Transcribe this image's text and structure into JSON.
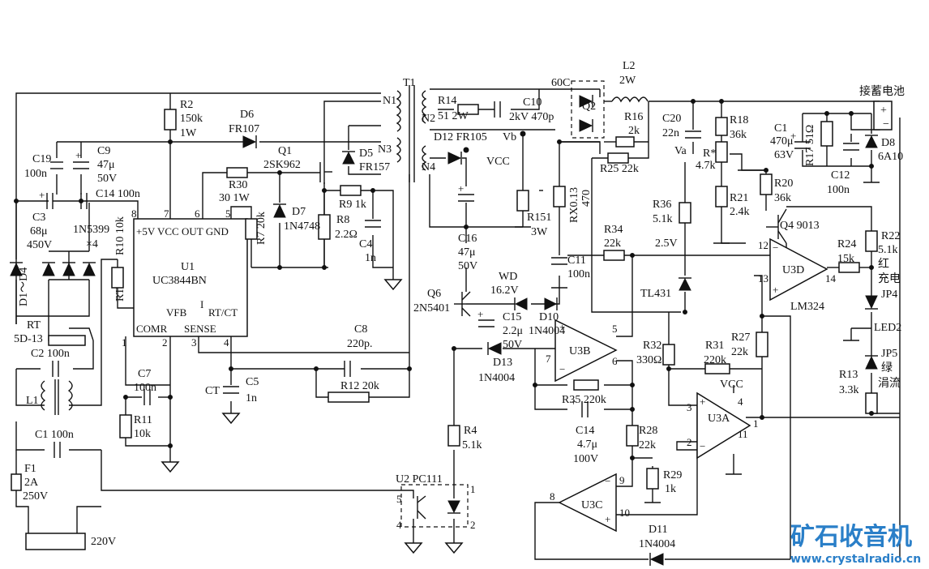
{
  "labels": {
    "t1": "T1",
    "n1": "N1",
    "n2": "N2",
    "n3": "N3",
    "n4": "N4",
    "r2": "R2",
    "r2v": "150k",
    "r2p": "1W",
    "d6": "D6",
    "d6v": "FR107",
    "q1": "Q1",
    "q1v": "2SK962",
    "d5": "D5",
    "d5v": "FR157",
    "r14": "R14",
    "r14v": "51 2W",
    "c10": "C10",
    "c10v": "2kV 470p",
    "d12": "D12 FR105",
    "vb": "Vb",
    "vcc1": "VCC",
    "c60": "60C",
    "q2": "Q2",
    "l2": "L2",
    "l2v": "2W",
    "r16": "R16",
    "r16v": "2k",
    "r25": "R25 22k",
    "c20": "C20",
    "c20v": "22n",
    "va": "Va",
    "rstar": "R*",
    "rstarv": "4.7k",
    "r18": "R18",
    "r18v": "36k",
    "batt": "接蓄电池",
    "c1a": "C1",
    "c1av": "470μ",
    "c1ap": "63V",
    "r17": "R17 51Ω",
    "d8": "D8",
    "d8v": "6A10",
    "c12": "C12",
    "c12v": "100n",
    "c19": "C19",
    "c19v": "100n",
    "c9": "C9",
    "c9v": "47μ",
    "c9p": "50V",
    "c3": "C3",
    "c3v": "68μ",
    "c3p": "450V",
    "c14a": "C14 100n",
    "d1d4": "D1～D4",
    "n5399": "1N5399",
    "x4": "×4",
    "r10": "R10 10k",
    "rt1": "RT",
    "u1": "U1",
    "u1v": "UC3844BN",
    "pin5v": "+5V VCC OUT GND",
    "vfb": "VFB",
    "irt": "I",
    "rtct": "RT/CT",
    "comr": "COMR",
    "sense": "SENSE",
    "p8": "8",
    "p7": "7",
    "p6": "6",
    "p5": "5",
    "p1": "1",
    "p2": "2",
    "p3": "3",
    "p4": "4",
    "r30": "R30",
    "r30v": "30 1W",
    "r7": "R7 20k",
    "d7": "D7",
    "d7v": "1N4748",
    "r9": "R9 1k",
    "r8": "R8",
    "r8v": "2.2Ω",
    "c4": "C4",
    "c4v": "1n",
    "rt2": "RT",
    "rt2v": "5D-13",
    "c2": "C2 100n",
    "l1": "L1",
    "c1b": "C1 100n",
    "f1": "F1",
    "f1v": "2A",
    "f1p": "250V",
    "v220": "220V",
    "c7": "C7",
    "c7v": "100n",
    "r11": "R11",
    "r11v": "10k",
    "ct": "CT",
    "c5": "C5",
    "c5v": "1n",
    "c8": "C8",
    "c8v": "220p.",
    "r12": "R12 20k",
    "u2": "U2 PC111",
    "u2p1": "1",
    "u2p2": "2",
    "u2p4": "4",
    "u2p5": "5",
    "r4": "R4",
    "r4v": "5.1k",
    "q6": "Q6",
    "q6v": "2N5401",
    "c16": "C16",
    "c16v": "47μ",
    "c16p": "50V",
    "r151": "R151",
    "r151v": "3W",
    "rx": "RX0.13",
    "rxv": "470",
    "c11": "C11",
    "c11v": "100n",
    "wd": "WD",
    "wdv": "16.2V",
    "c15": "C15",
    "c15v": "2.2μ",
    "c15p": "50V",
    "d10": "D10",
    "d10v": "1N4004",
    "r34": "R34",
    "r34v": "22k",
    "r36": "R36",
    "r36v": "5.1k",
    "v25": "2.5V",
    "tl431": "TL431",
    "u3b": "U3B",
    "u3b5": "5",
    "u3b6": "6",
    "u3b7": "7",
    "d13": "D13",
    "d13v": "1N4004",
    "r32": "R32",
    "r32v": "330Ω",
    "r35": "R35 220k",
    "c14b": "C14",
    "c14bv": "4.7μ",
    "c14bp": "100V",
    "r28": "R28",
    "r28v": "22k",
    "r29": "R29",
    "r29v": "1k",
    "u3c": "U3C",
    "u3c8": "8",
    "u3c9": "9",
    "u3c10": "10",
    "d11": "D11",
    "d11v": "1N4004",
    "r31": "R31",
    "r31v": "220k",
    "r27": "R27",
    "r27v": "22k",
    "vcc2": "VCC",
    "u3a": "U3A",
    "u3a1": "1",
    "u3a2": "2",
    "u3a3": "3",
    "u3a4": "4",
    "u3a11": "11",
    "u3d": "U3D",
    "u3d12": "12",
    "u3d13": "13",
    "u3d14": "14",
    "lm324": "LM324",
    "r20": "R20",
    "r20v": "36k",
    "r21": "R21",
    "r21v": "2.4k",
    "q4": "Q4 9013",
    "r22": "R22",
    "r22v": "5.1k",
    "r24": "R24",
    "r24v": "15k",
    "red": "红",
    "charge": "充电",
    "jp4": "JP4",
    "led2": "LED2",
    "jp5": "JP5",
    "green": "绿",
    "trickle": "涓流",
    "r13": "R13",
    "r13v": "3.3k"
  },
  "watermark": {
    "title": "矿石收音机",
    "url": "www.crystalradio.cn"
  }
}
